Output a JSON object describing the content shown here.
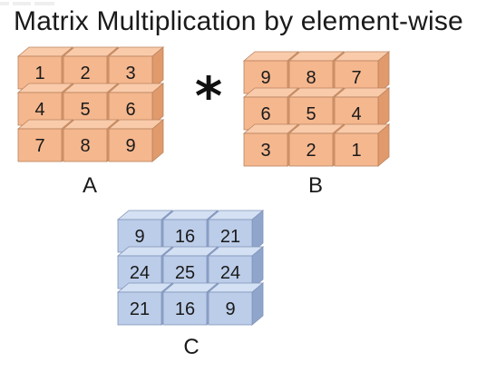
{
  "title": "Matrix Multiplication by element-wise",
  "operator": "*",
  "colors": {
    "orange_face": "#f5b78e",
    "orange_side": "#e09a6c",
    "orange_top": "#f9cbab",
    "orange_stroke": "#b9835d",
    "blue_face": "#bccde9",
    "blue_side": "#8fa5cb",
    "blue_top": "#d4e0f3",
    "blue_stroke": "#7f93b8"
  },
  "matrices": [
    {
      "name": "A",
      "theme": "orange",
      "rows": [
        [
          "1",
          "2",
          "3"
        ],
        [
          "4",
          "5",
          "6"
        ],
        [
          "7",
          "8",
          "9"
        ]
      ]
    },
    {
      "name": "B",
      "theme": "orange",
      "rows": [
        [
          "9",
          "8",
          "7"
        ],
        [
          "6",
          "5",
          "4"
        ],
        [
          "3",
          "2",
          "1"
        ]
      ]
    },
    {
      "name": "C",
      "theme": "blue",
      "rows": [
        [
          "9",
          "16",
          "21"
        ],
        [
          "24",
          "25",
          "24"
        ],
        [
          "21",
          "16",
          "9"
        ]
      ]
    }
  ]
}
